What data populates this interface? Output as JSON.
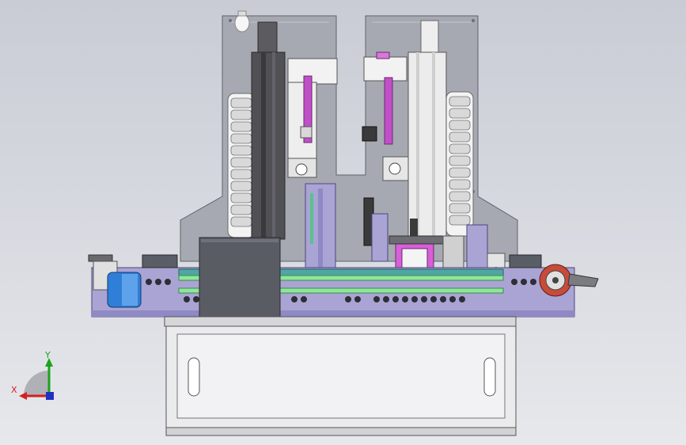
{
  "viewport": {
    "background_top": "#c9ccd4",
    "background_bottom": "#e7e8ec"
  },
  "triad": {
    "x_label": "X",
    "y_label": "Y",
    "x_color": "#d42020",
    "y_color": "#1aa41a",
    "z_color": "#2030c0"
  },
  "colors": {
    "frame_gray": "#a6a9b1",
    "column_dark": "#505055",
    "column_light": "#ececec",
    "purple_plate": "#a9a4d4",
    "teal_rail": "#4fa7a3",
    "green_rail": "#8fe69b",
    "blue_motor": "#2f7ed8",
    "magenta": "#c050c8",
    "orange_wheel": "#c84b3a"
  },
  "model": {
    "parts": [
      "upper-frame",
      "left-column",
      "right-column",
      "left-cable-chain",
      "right-cable-chain",
      "conveyor",
      "control-box",
      "cabinet",
      "motor",
      "drive-wheel"
    ]
  }
}
